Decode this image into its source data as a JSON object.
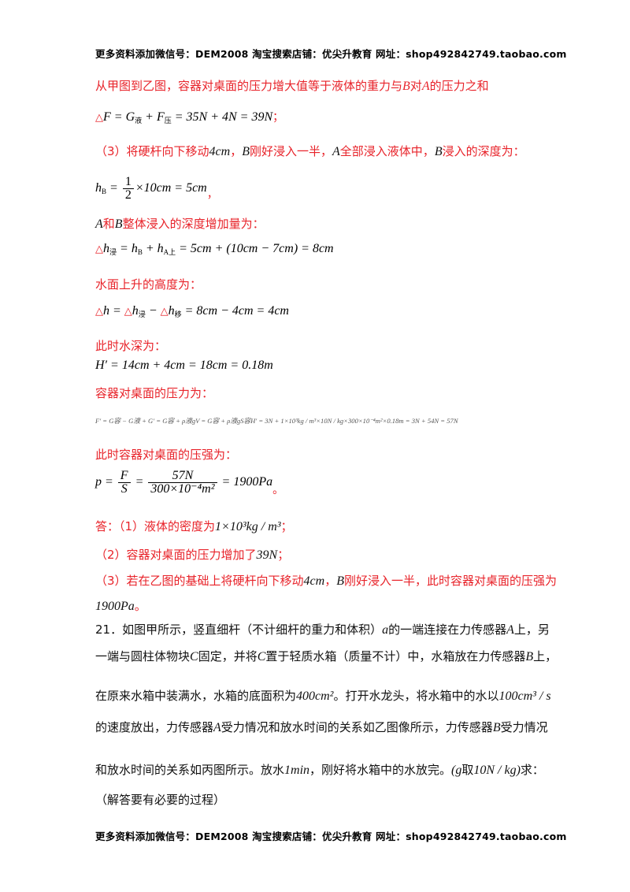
{
  "header_top": {
    "text": "更多资料添加微信号：DEM2008   淘宝搜索店铺：优尖升教育  网址：shop492842749.taobao.com"
  },
  "header_bottom": {
    "text": "更多资料添加微信号：DEM2008   淘宝搜索店铺：优尖升教育  网址：shop492842749.taobao.com"
  },
  "line1": {
    "a": "从甲图到乙图，容器对桌面的压力增大值等于液体的重力与",
    "b": "B",
    "c": "对",
    "d": "A",
    "e": "的压力之和"
  },
  "eq1": {
    "tri": "△",
    "text": "F = G",
    "sub1": "液",
    "plus": " + F",
    "sub2": "压",
    "rest": " = 35N + 4N = 39N",
    "end": "；"
  },
  "line3": {
    "a": "（3）将硬杆向下移动",
    "v": "4cm",
    "b": "，",
    "c": "B",
    "d": "刚好浸入一半，",
    "e": "A",
    "f": "全部浸入液体中，",
    "g": "B",
    "h": "浸入的深度为："
  },
  "eq2": {
    "lhs": "h",
    "sub": "B",
    "eq": " = ",
    "num": "1",
    "den": "2",
    "rest": "×10cm = 5cm",
    "end": "，"
  },
  "line5": {
    "a": "A",
    "b": "和",
    "c": "B",
    "d": "整体浸入的深度增加量为："
  },
  "eq3": {
    "tri": "△",
    "h": "h",
    "sub1": "浸",
    "mid": " = h",
    "sub2": "B",
    "mid2": " + h",
    "sub3": "A上",
    "rest": " = 5cm + (10cm − 7cm) = 8cm"
  },
  "line7": {
    "text": "水面上升的高度为："
  },
  "eq4": {
    "tri1": "△",
    "a": "h = ",
    "tri2": "△",
    "b": "h",
    "sub1": "浸",
    "c": " − ",
    "tri3": "△",
    "d": "h",
    "sub2": "移",
    "rest": " = 8cm − 4cm = 4cm"
  },
  "line9": {
    "text": "此时水深为："
  },
  "eq5": {
    "text": "H′ = 14cm + 4cm = 18cm = 0.18m"
  },
  "line11": {
    "text": "容器对桌面的压力为："
  },
  "eq6": {
    "text": "F′ = G容 − G液 + G′ = G容 + ρ液gV = G容 + ρ液gS容H′ = 3N + 1×10³kg / m³×10N / kg×300×10⁻⁴m²×0.18m = 3N + 54N = 57N"
  },
  "line13": {
    "text": "此时容器对桌面的压强为："
  },
  "eq7": {
    "lhs": "p = ",
    "n1": "F",
    "d1": "S",
    "eq": " = ",
    "n2": "57N",
    "d2": "300×10⁻⁴m²",
    "rest": " = 1900Pa",
    "end": "。"
  },
  "ans1": {
    "a": "答：（1）液体的密度为",
    "v": "1×10³kg / m³",
    "end": "；"
  },
  "ans2": {
    "a": "（2）容器对桌面的压力增加了",
    "v": "39N",
    "end": "；"
  },
  "ans3": {
    "a": "（3）若在乙图的基础上将硬杆向下移动",
    "v": "4cm",
    "b": "，",
    "c": "B",
    "d": "刚好浸入一半，此时容器对桌面的压强为"
  },
  "ans3b": {
    "v": "1900Pa",
    "end": "。"
  },
  "q21": {
    "l1a": "21．如图甲所示，竖直细杆（不计细杆的重力和体积）",
    "l1v": "a",
    "l1b": "的一端连接在力传感器",
    "l1c": "A",
    "l1d": "上，另",
    "l2a": "一端与圆柱体物块",
    "l2v": "C",
    "l2b": "固定，并将",
    "l2c": "C",
    "l2d": "置于轻质水箱（质量不计）中，水箱放在力传感器",
    "l2e": "B",
    "l2f": "上，",
    "l3a": "在原来水箱中装满水，水箱的底面积为",
    "l3v": "400cm²",
    "l3b": "。打开水龙头，将水箱中的水以",
    "l3c": "100cm³ / s",
    "l4a": "的速度放出，力传感器",
    "l4v": "A",
    "l4b": "受力情况和放水时间的关系如乙图像所示，力传感器",
    "l4c": "B",
    "l4d": "受力情况",
    "l5a": "和放水时间的关系如丙图所示。放水",
    "l5v": "1min",
    "l5b": "，刚好将水箱中的水放完。",
    "l5c": "(g",
    "l5d": "取",
    "l5e": "10N / kg)",
    "l5f": "求：",
    "l6": "（解答要有必要的过程）"
  }
}
